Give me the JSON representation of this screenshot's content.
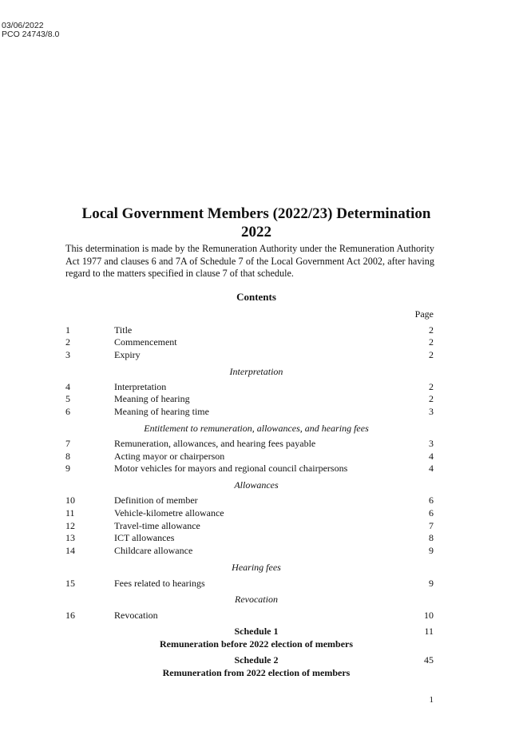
{
  "header": {
    "date": "03/06/2022",
    "ref": "PCO 24743/8.0"
  },
  "title": "Local Government Members (2022/23) Determination 2022",
  "intro": "This determination is made by the Remuneration Authority under the Remuneration Authority Act 1977 and clauses 6 and 7A of Schedule 7 of the Local Government Act 2002, after having regard to the matters specified in clause 7 of that schedule.",
  "contents": {
    "heading": "Contents",
    "page_label": "Page",
    "sections": {
      "interpretation": "Interpretation",
      "entitlement": "Entitlement to remuneration, allowances, and hearing fees",
      "allowances": "Allowances",
      "hearing_fees": "Hearing fees",
      "revocation": "Revocation"
    },
    "items": [
      {
        "num": "1",
        "title": "Title",
        "page": "2"
      },
      {
        "num": "2",
        "title": "Commencement",
        "page": "2"
      },
      {
        "num": "3",
        "title": "Expiry",
        "page": "2"
      },
      {
        "num": "4",
        "title": "Interpretation",
        "page": "2"
      },
      {
        "num": "5",
        "title": "Meaning of hearing",
        "page": "2"
      },
      {
        "num": "6",
        "title": "Meaning of hearing time",
        "page": "3"
      },
      {
        "num": "7",
        "title": "Remuneration, allowances, and hearing fees payable",
        "page": "3"
      },
      {
        "num": "8",
        "title": "Acting mayor or chairperson",
        "page": "4"
      },
      {
        "num": "9",
        "title": "Motor vehicles for mayors and regional council chairpersons",
        "page": "4"
      },
      {
        "num": "10",
        "title": "Definition of member",
        "page": "6"
      },
      {
        "num": "11",
        "title": "Vehicle-kilometre allowance",
        "page": "6"
      },
      {
        "num": "12",
        "title": "Travel-time allowance",
        "page": "7"
      },
      {
        "num": "13",
        "title": "ICT allowances",
        "page": "8"
      },
      {
        "num": "14",
        "title": "Childcare allowance",
        "page": "9"
      },
      {
        "num": "15",
        "title": "Fees related to hearings",
        "page": "9"
      },
      {
        "num": "16",
        "title": "Revocation",
        "page": "10"
      }
    ],
    "schedules": [
      {
        "label": "Schedule 1",
        "title": "Remuneration before 2022 election of members",
        "page": "11"
      },
      {
        "label": "Schedule 2",
        "title": "Remuneration from 2022 election of members",
        "page": "45"
      }
    ]
  },
  "folio": "1"
}
